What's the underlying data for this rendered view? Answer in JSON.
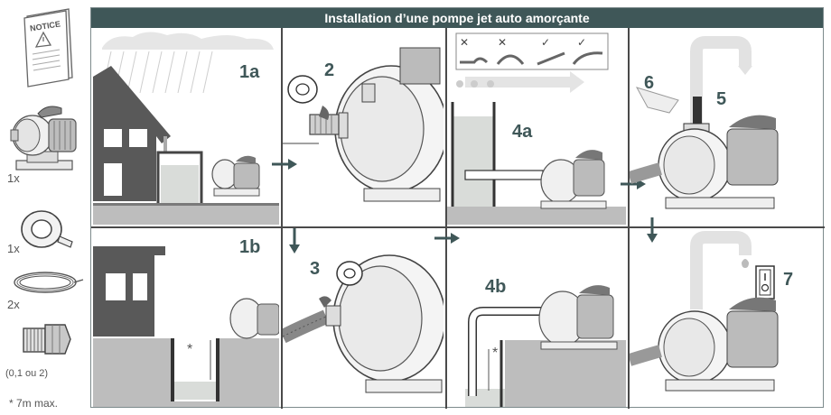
{
  "title": "Installation d’une pompe jet auto amorçante",
  "notice_label": "NOTICE",
  "parts": [
    {
      "icon": "pump-icon",
      "qty": "1x"
    },
    {
      "icon": "tape-roll-icon",
      "qty": "1x"
    },
    {
      "icon": "hose-coil-icon",
      "qty": "2x"
    },
    {
      "icon": "fitting-icon",
      "qty": "(0,1 ou 2)"
    }
  ],
  "footnote": "* 7m max.",
  "steps": {
    "s1a": "1a",
    "s1b": "1b",
    "s2": "2",
    "s3": "3",
    "s4a": "4a",
    "s4b": "4b",
    "s5": "5",
    "s6": "6",
    "s7": "7"
  },
  "asterisk": "*",
  "colors": {
    "title_bg": "#3f5758",
    "step_text": "#3f5758",
    "building": "#595959",
    "water": "#d9dcd9",
    "ground": "#bdbdbd",
    "pump": "#9a9a9a"
  }
}
